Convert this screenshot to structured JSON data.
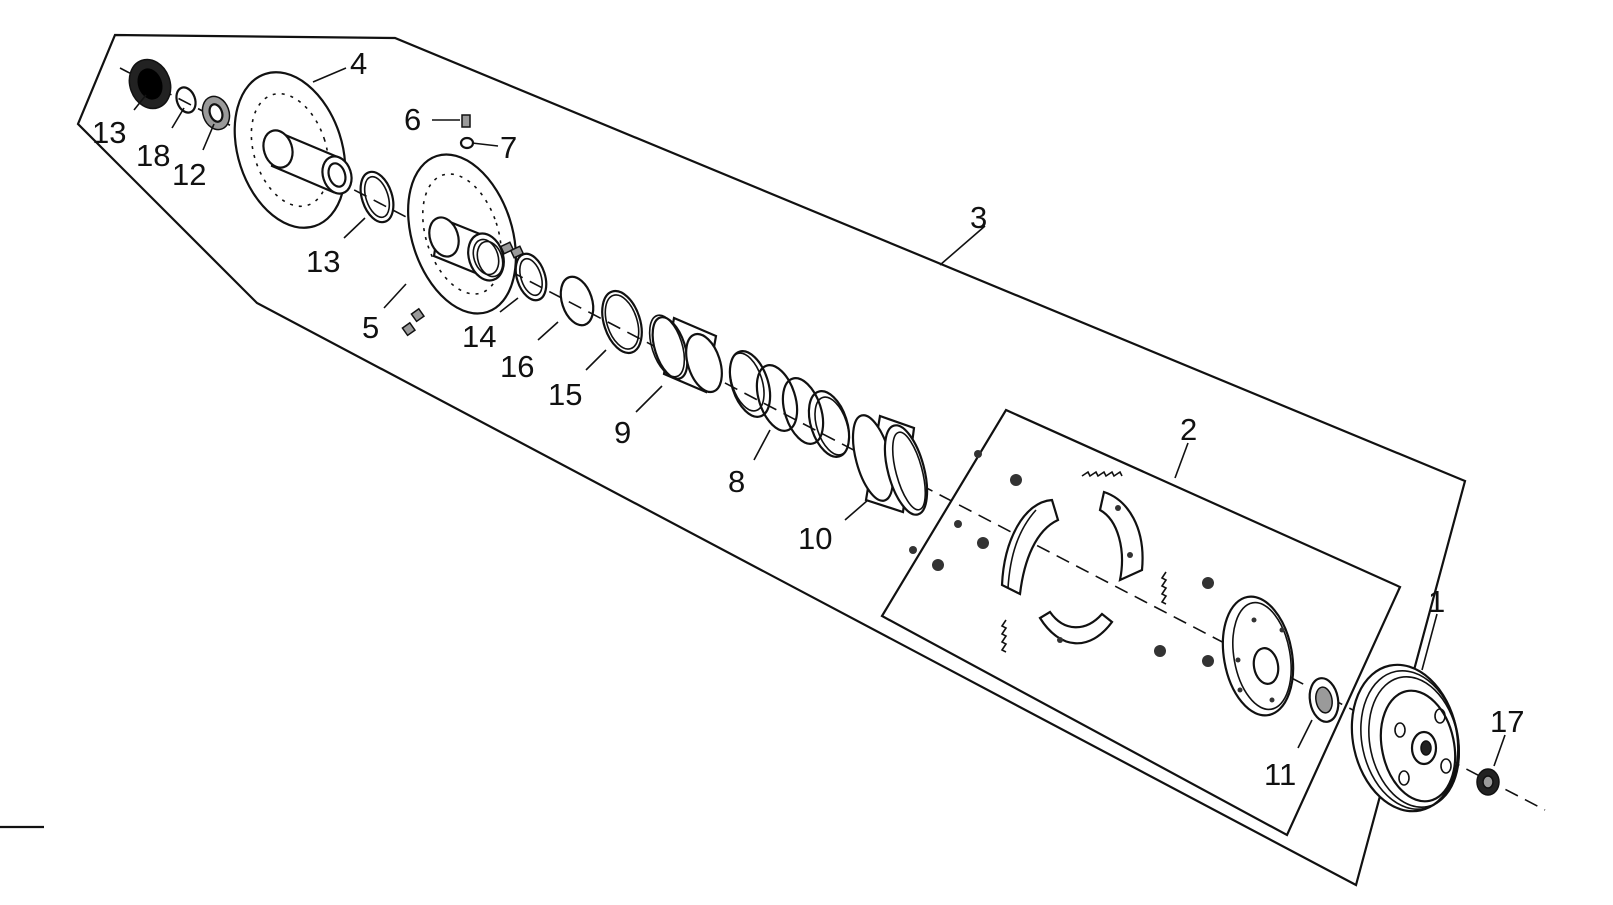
{
  "diagram": {
    "labels": {
      "p1": "1",
      "p2": "2",
      "p3": "3",
      "p4": "4",
      "p5": "5",
      "p6": "6",
      "p7": "7",
      "p8": "8",
      "p9": "9",
      "p10": "10",
      "p11": "11",
      "p12": "12",
      "p13a": "13",
      "p13b": "13",
      "p14": "14",
      "p15": "15",
      "p16": "16",
      "p17": "17",
      "p18": "18"
    }
  }
}
